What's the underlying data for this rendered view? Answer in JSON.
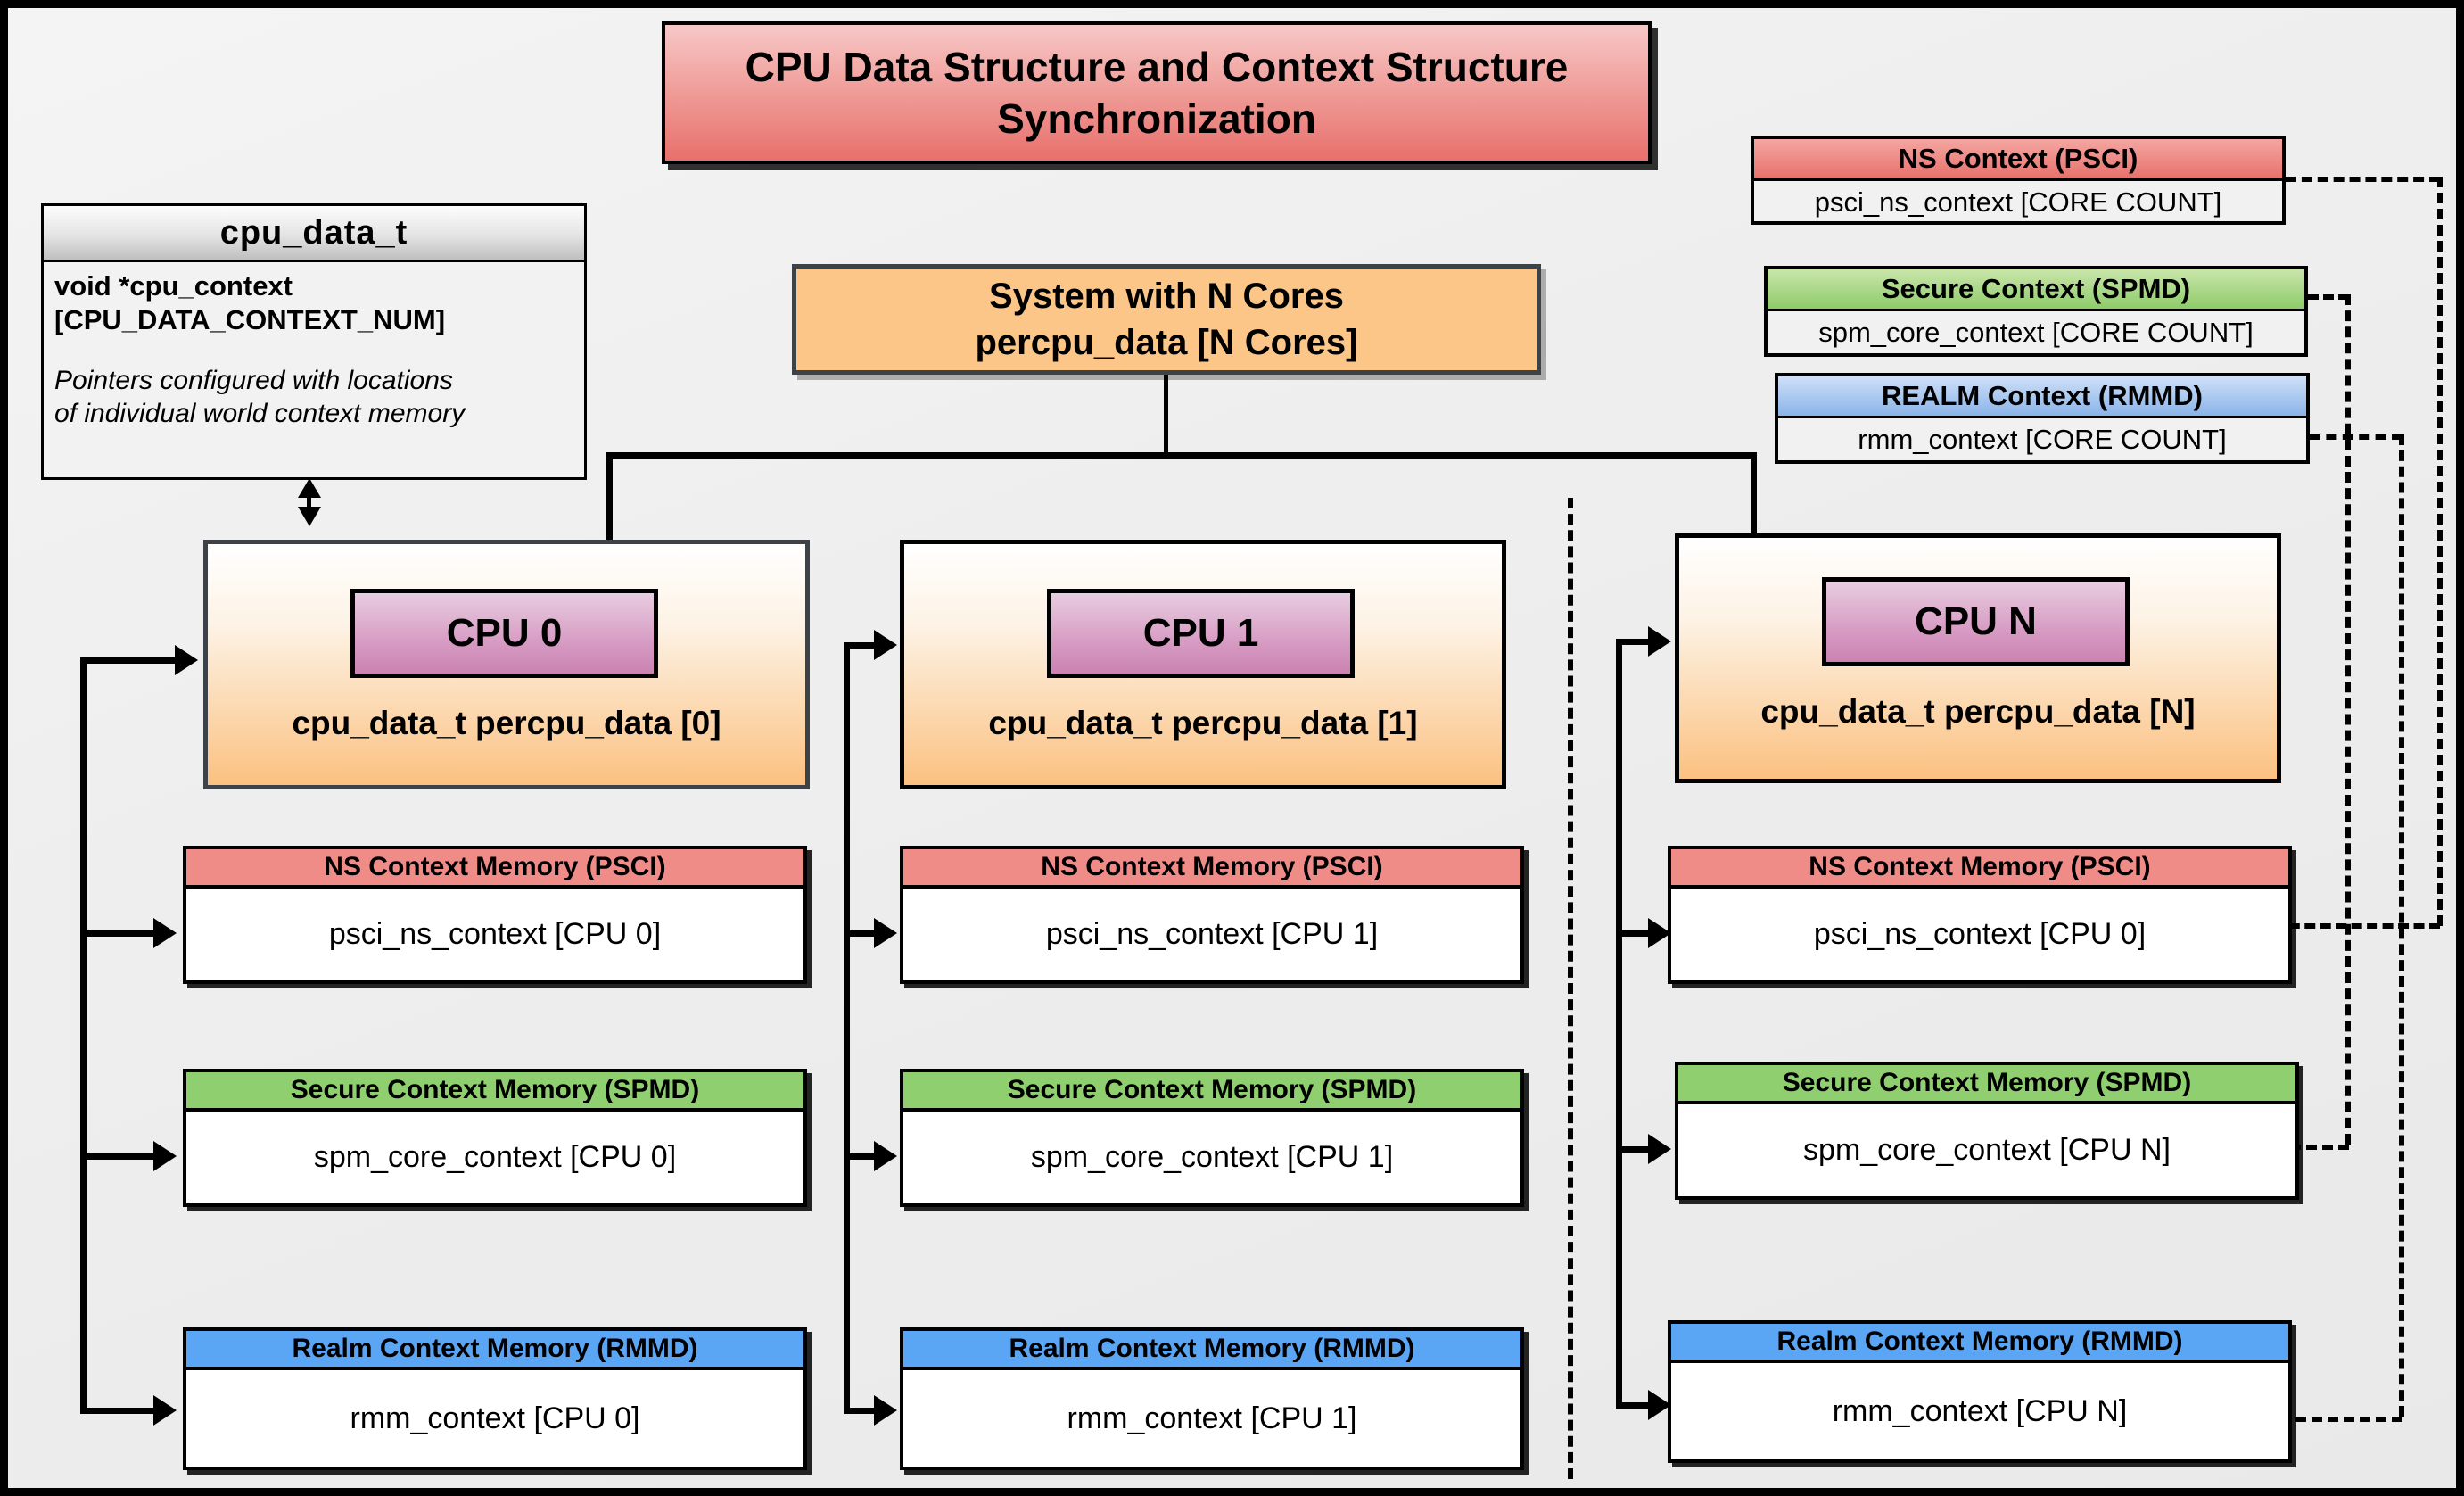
{
  "diagram": {
    "title": "CPU Data Structure and Context Structure Synchronization",
    "system_box": {
      "line1": "System with N Cores",
      "line2": "percpu_data [N Cores]"
    },
    "cpu_data_t": {
      "header": "cpu_data_t",
      "field": "void  *cpu_context [CPU_DATA_CONTEXT_NUM]",
      "field_line1": "void  *cpu_context",
      "field_line2": "[CPU_DATA_CONTEXT_NUM]",
      "note_line1": "Pointers configured with locations",
      "note_line2": "of individual world context memory"
    },
    "legend_contexts": [
      {
        "header": "NS Context  (PSCI)",
        "body": "psci_ns_context [CORE COUNT]",
        "color": "#e8716c",
        "key": "ns"
      },
      {
        "header": "Secure Context (SPMD)",
        "body": "spm_core_context [CORE COUNT]",
        "color": "#8fcb6a",
        "key": "secure"
      },
      {
        "header": "REALM Context (RMMD)",
        "body": "rmm_context [CORE COUNT]",
        "color": "#8ab4e8",
        "key": "realm"
      }
    ],
    "cpu_columns": [
      {
        "chip_label": "CPU 0",
        "percpu_label": "cpu_data_t percpu_data [0]",
        "memories": [
          {
            "header": "NS Context Memory (PSCI)",
            "body": "psci_ns_context [CPU 0]",
            "color": "#f08c88",
            "key": "ns"
          },
          {
            "header": "Secure Context Memory (SPMD)",
            "body": "spm_core_context [CPU 0]",
            "color": "#8fcf6f",
            "key": "secure"
          },
          {
            "header": "Realm Context Memory (RMMD)",
            "body": "rmm_context [CPU 0]",
            "color": "#5ba5f5",
            "key": "realm"
          }
        ]
      },
      {
        "chip_label": "CPU 1",
        "percpu_label": "cpu_data_t percpu_data [1]",
        "memories": [
          {
            "header": "NS Context Memory (PSCI)",
            "body": "psci_ns_context [CPU 1]",
            "color": "#f08c88",
            "key": "ns"
          },
          {
            "header": "Secure Context Memory (SPMD)",
            "body": "spm_core_context [CPU 1]",
            "color": "#8fcf6f",
            "key": "secure"
          },
          {
            "header": "Realm Context Memory (RMMD)",
            "body": "rmm_context [CPU 1]",
            "color": "#5ba5f5",
            "key": "realm"
          }
        ]
      },
      {
        "chip_label": "CPU N",
        "percpu_label": "cpu_data_t percpu_data [N]",
        "memories": [
          {
            "header": "NS Context Memory (PSCI)",
            "body": "psci_ns_context [CPU 0]",
            "color": "#f08c88",
            "key": "ns"
          },
          {
            "header": "Secure Context Memory (SPMD)",
            "body": "spm_core_context [CPU N]",
            "color": "#8fcf6f",
            "key": "secure"
          },
          {
            "header": "Realm Context Memory (RMMD)",
            "body": "rmm_context [CPU N]",
            "color": "#5ba5f5",
            "key": "realm"
          }
        ]
      }
    ],
    "colors": {
      "title_fill": "#e8706c",
      "system_fill": "#fbc687",
      "cpu_chip_fill": "#cb82b2",
      "cpu_box_fill": "#fbc181",
      "background": "#ececec",
      "border": "#000000"
    }
  }
}
